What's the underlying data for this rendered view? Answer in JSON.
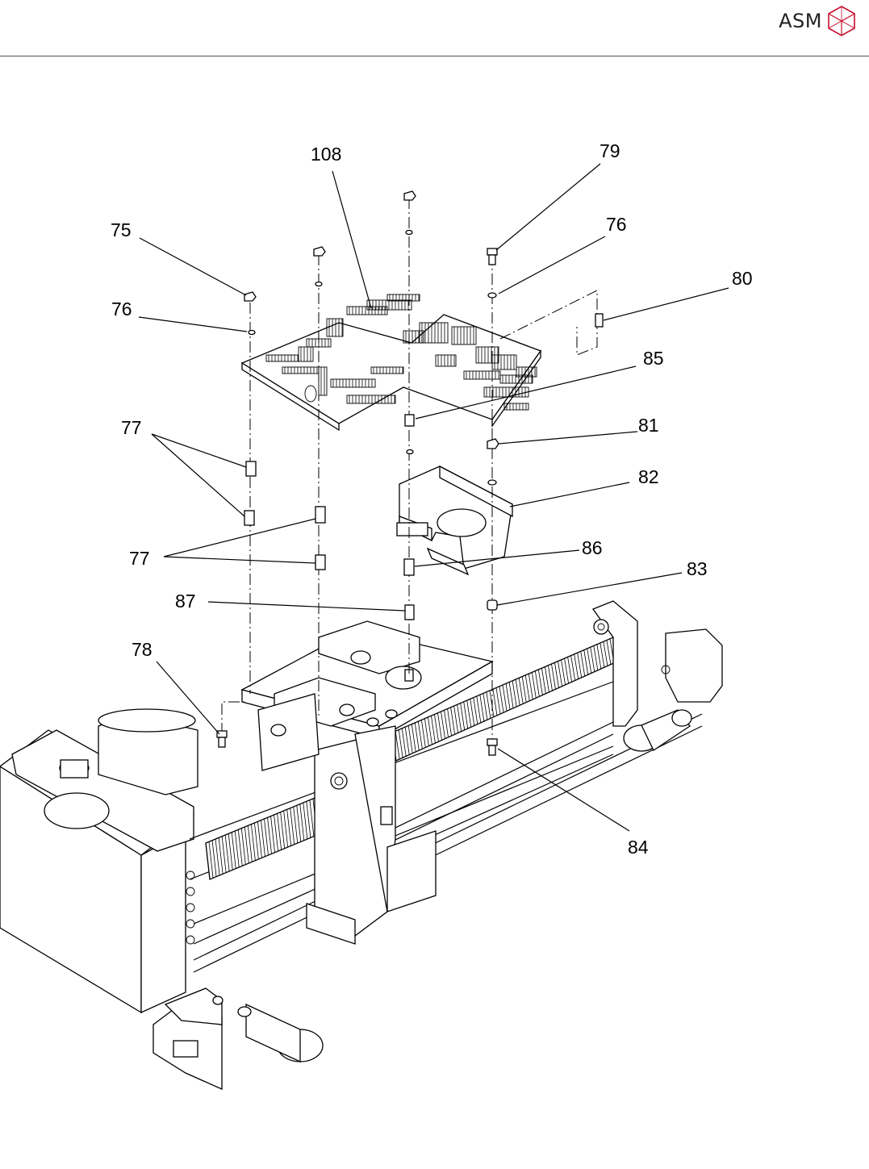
{
  "header": {
    "brand": "ASM",
    "logo_icon": "asm-cube-logo-icon",
    "accent_color": "#c8102e"
  },
  "callouts": {
    "c108": "108",
    "c79": "79",
    "c75": "75",
    "c76a": "76",
    "c76b": "76",
    "c80": "80",
    "c85": "85",
    "c77a": "77",
    "c81": "81",
    "c82": "82",
    "c77b": "77",
    "c86": "86",
    "c83": "83",
    "c87": "87",
    "c78": "78",
    "c84": "84"
  }
}
